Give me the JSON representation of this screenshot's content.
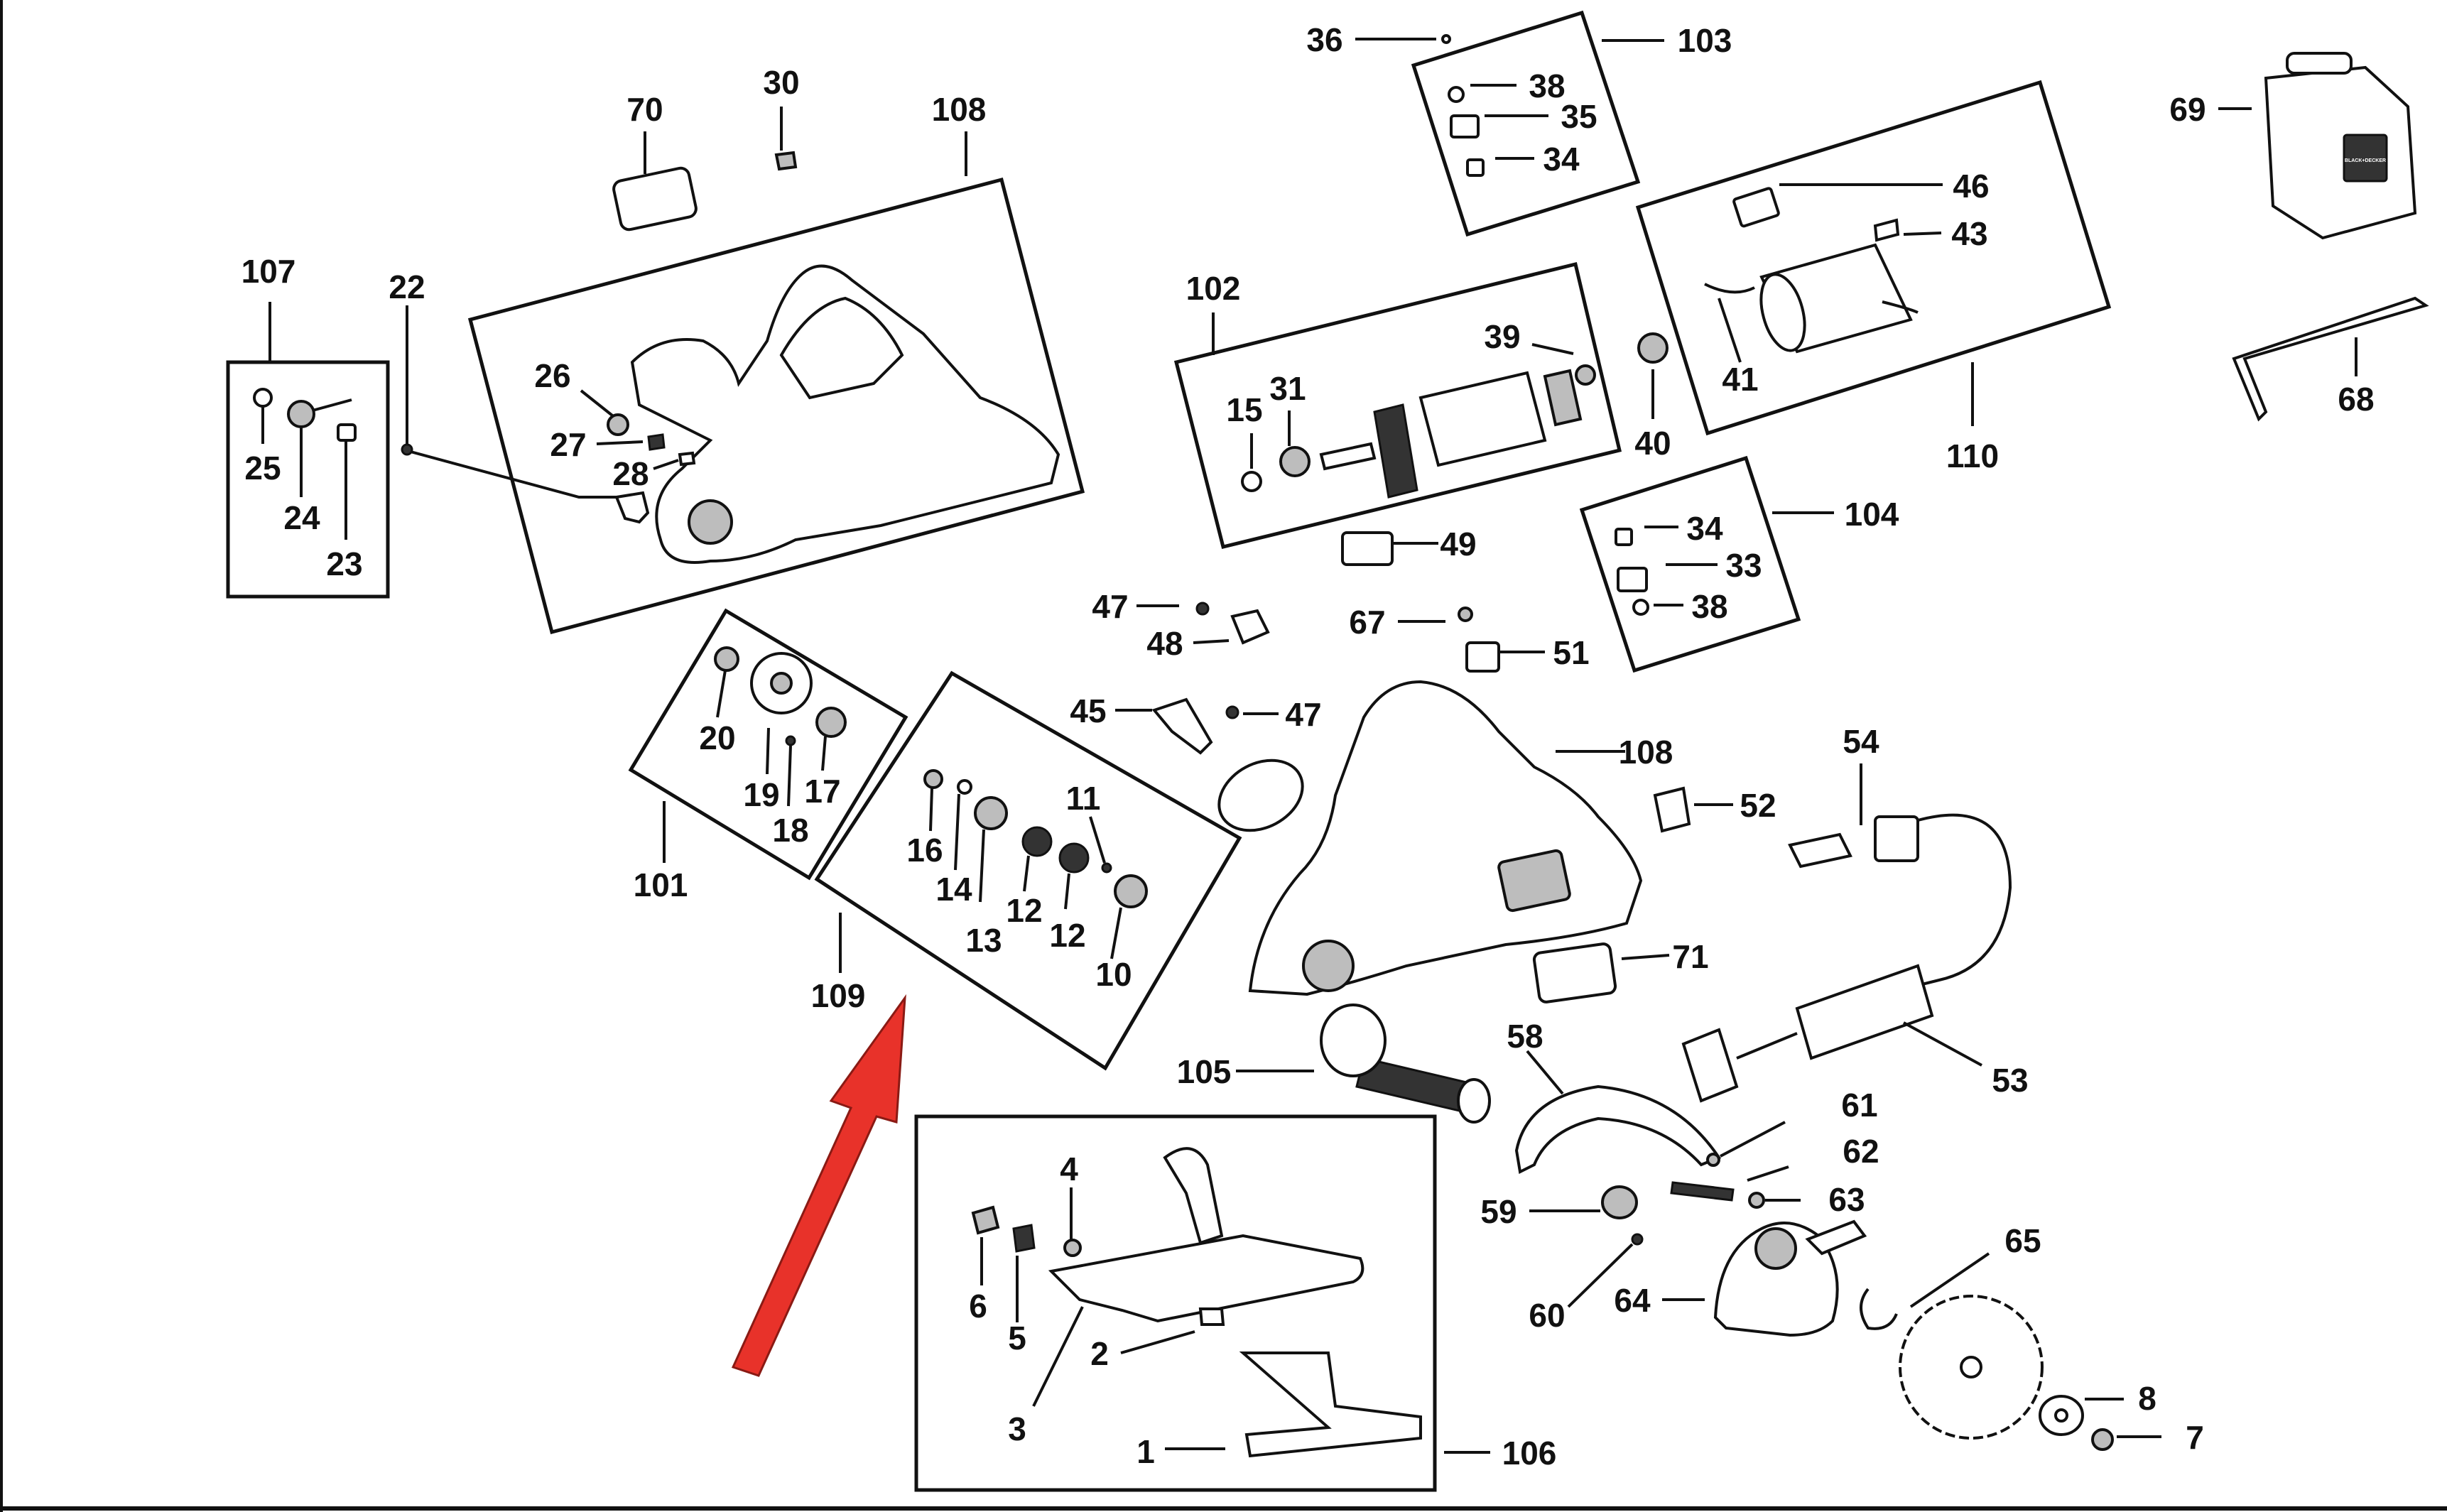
{
  "diagram": {
    "labels": [
      "1",
      "2",
      "3",
      "4",
      "5",
      "6",
      "7",
      "8",
      "10",
      "11",
      "12",
      "12",
      "13",
      "14",
      "15",
      "16",
      "17",
      "18",
      "19",
      "20",
      "22",
      "23",
      "24",
      "25",
      "26",
      "27",
      "28",
      "30",
      "31",
      "33",
      "34",
      "34",
      "35",
      "36",
      "38",
      "38",
      "39",
      "40",
      "41",
      "43",
      "45",
      "46",
      "47",
      "47",
      "48",
      "49",
      "51",
      "52",
      "53",
      "54",
      "58",
      "59",
      "60",
      "61",
      "62",
      "63",
      "64",
      "65",
      "67",
      "68",
      "69",
      "70",
      "71",
      "101",
      "102",
      "103",
      "104",
      "105",
      "106",
      "107",
      "108",
      "108",
      "109",
      "110"
    ],
    "brand_logo_text": "BLACK+DECKER",
    "colors": {
      "ink": "#111111",
      "arrow": "#e8322a",
      "background": "#ffffff"
    }
  }
}
